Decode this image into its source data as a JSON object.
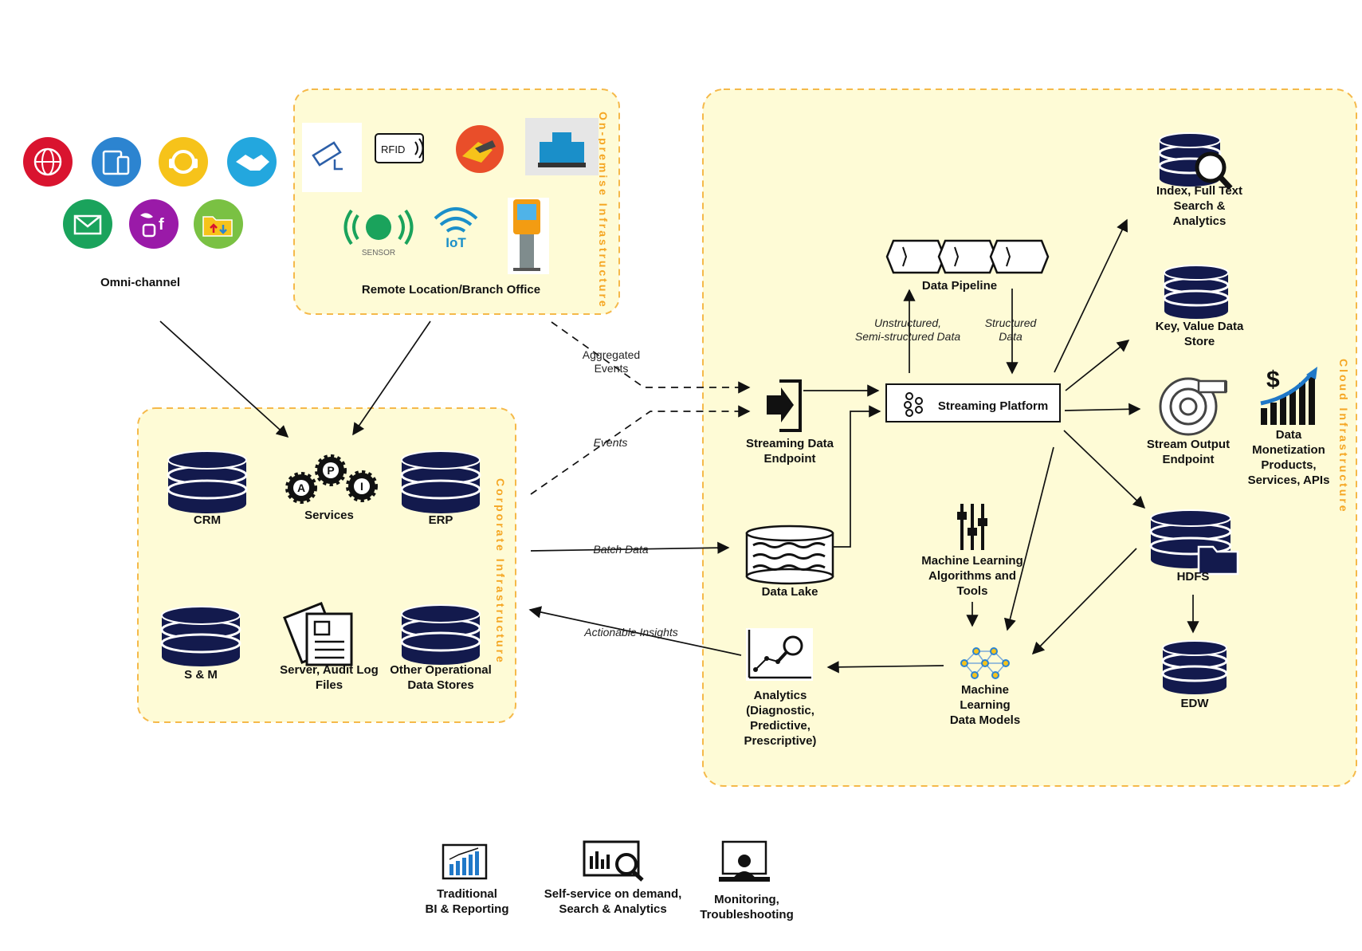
{
  "zones": {
    "on_premise": "On-premise Infrastructure",
    "corporate": "Corporate Infrastructure",
    "cloud": "Cloud Infrastructure"
  },
  "groups": {
    "omni_channel": "Omni-channel",
    "remote_office": "Remote Location/Branch Office"
  },
  "icons": {
    "rfid": "RFID",
    "sensor": "SENSOR",
    "iot": "IoT",
    "api_a": "A",
    "api_p": "P",
    "api_i": "I",
    "dollar": "$"
  },
  "nodes": {
    "crm": "CRM",
    "services": "Services",
    "erp": "ERP",
    "sm": "S & M",
    "server_logs": [
      "Server, Audit Log",
      "Files"
    ],
    "other_stores": [
      "Other Operational",
      "Data Stores"
    ],
    "streaming_endpoint": [
      "Streaming Data",
      "Endpoint"
    ],
    "data_lake": "Data Lake",
    "data_pipeline": "Data Pipeline",
    "streaming_platform": "Streaming Platform",
    "index_search": [
      "Index, Full Text",
      "Search &",
      "Analytics"
    ],
    "key_value": [
      "Key, Value Data",
      "Store"
    ],
    "stream_output": [
      "Stream Output",
      "Endpoint"
    ],
    "monetization": [
      "Data",
      "Monetization",
      "Products,",
      "Services, APIs"
    ],
    "hdfs": "HDFS",
    "edw": "EDW",
    "ml_tools": [
      "Machine Learning",
      "Algorithms and",
      "Tools"
    ],
    "ml_models": [
      "Machine",
      "Learning",
      "Data Models"
    ],
    "analytics": [
      "Analytics",
      "(Diagnostic,",
      "Predictive,",
      "Prescriptive)"
    ]
  },
  "edges": {
    "aggregated_events": [
      "Aggregated",
      "Events"
    ],
    "events": "Events",
    "batch_data": "Batch Data",
    "actionable_insights": "Actionable Insights",
    "unstructured": [
      "Unstructured,",
      "Semi-structured Data"
    ],
    "structured": [
      "Structured",
      "Data"
    ]
  },
  "consumers": {
    "bi": [
      "Traditional",
      "BI & Reporting"
    ],
    "self_service": [
      "Self-service on demand,",
      "Search & Analytics"
    ],
    "monitoring": [
      "Monitoring,",
      "Troubleshooting"
    ]
  },
  "colors": {
    "zone_fill": "#fefbd6",
    "zone_border": "#f5b94a",
    "zone_label": "#f5a623",
    "database": "#131a4d",
    "web_icon": "#d9142f",
    "devices_icon": "#2c84d0",
    "support_icon": "#f6c31a",
    "handshake_icon": "#23a7de",
    "email_icon": "#1aa35c",
    "social_icon": "#9a1aa8",
    "files_icon": "#7ac143"
  }
}
